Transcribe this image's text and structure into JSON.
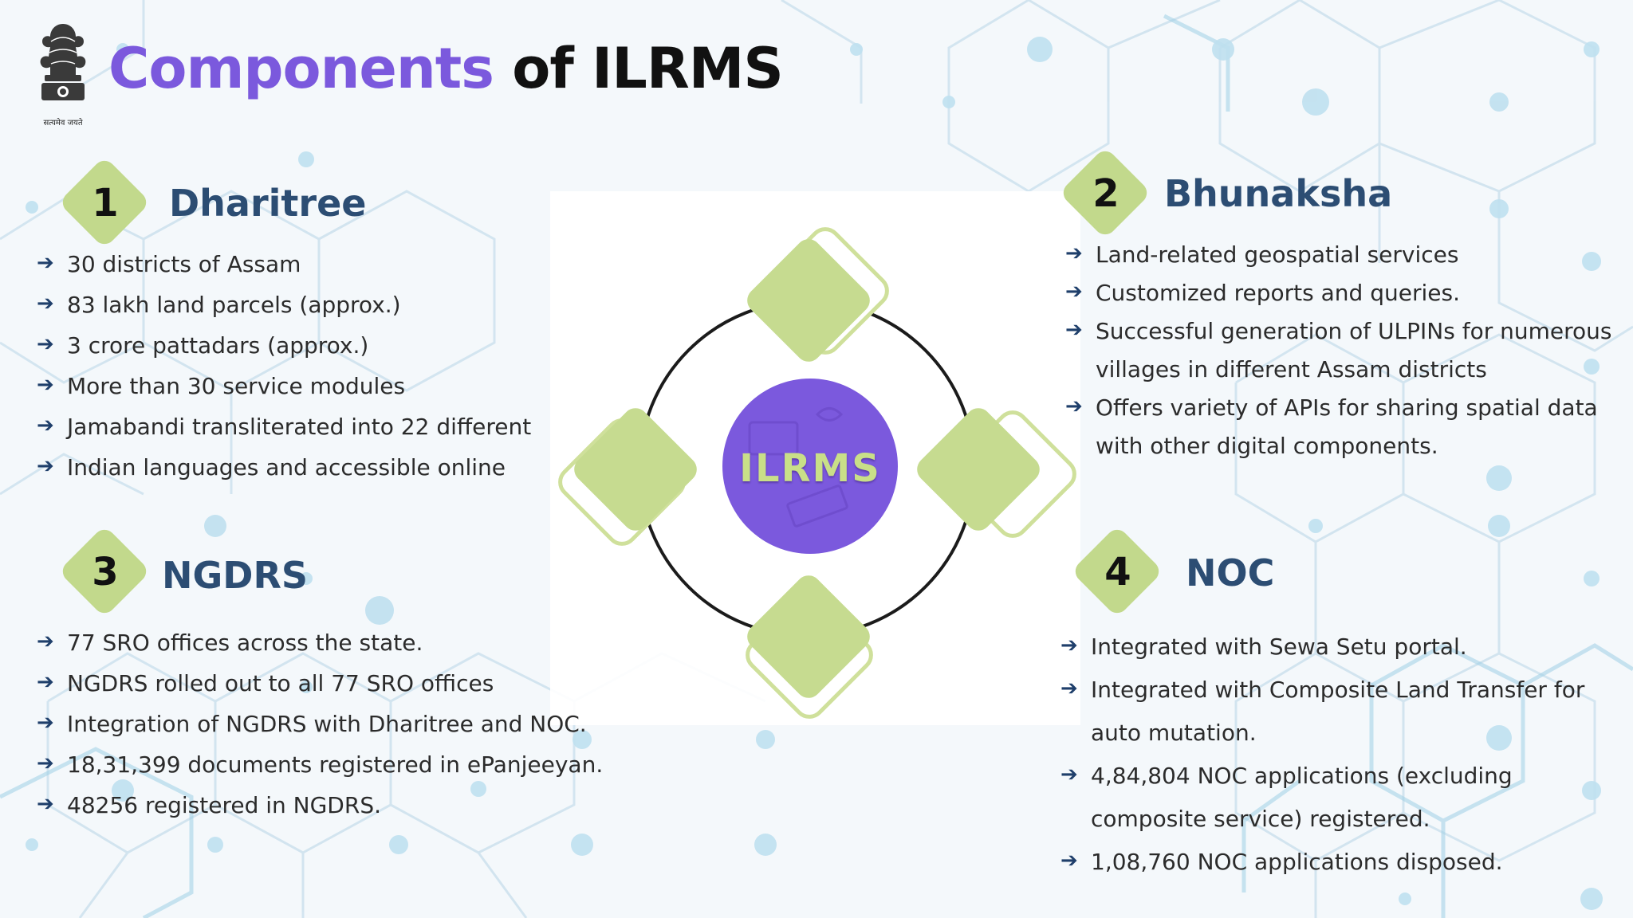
{
  "header": {
    "title_accent": "Components",
    "title_rest": "of ILRMS",
    "emblem_caption": "सत्यमेव जयते"
  },
  "center": {
    "label": "ILRMS"
  },
  "sections": [
    {
      "number": "1",
      "title": "Dharitree",
      "items": [
        "30 districts of Assam",
        "83 lakh land parcels (approx.)",
        "3 crore pattadars (approx.)",
        "More than 30 service modules",
        "Jamabandi transliterated into 22 different",
        "Indian languages and accessible online"
      ]
    },
    {
      "number": "2",
      "title": "Bhunaksha",
      "items": [
        "Land-related geospatial services",
        "Customized reports and queries.",
        "Successful generation of ULPINs for numerous",
        "villages in different Assam districts",
        "Offers variety of APIs for sharing spatial data",
        "with other digital components."
      ]
    },
    {
      "number": "3",
      "title": "NGDRS",
      "items": [
        "77 SRO offices across the state.",
        "NGDRS rolled out to all 77 SRO offices",
        "Integration of NGDRS with Dharitree and NOC.",
        "18,31,399 documents registered in ePanjeeyan.",
        "48256 registered in NGDRS."
      ]
    },
    {
      "number": "4",
      "title": "NOC",
      "items": [
        "Integrated with Sewa Setu portal.",
        "Integrated with Composite Land Transfer for",
        "auto mutation.",
        "4,84,804 NOC applications (excluding",
        "composite service) registered.",
        "1,08,760 NOC applications disposed."
      ]
    }
  ],
  "colors": {
    "accent": "#7b59dd",
    "heading": "#2c4d73",
    "badge": "#c2d98c",
    "center_circle": "#7b59dd"
  }
}
